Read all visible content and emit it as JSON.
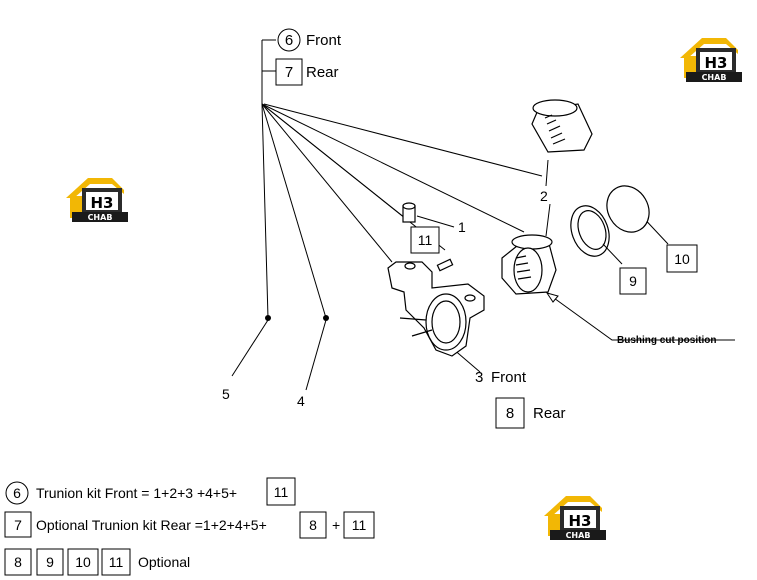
{
  "callouts": {
    "c6": "6",
    "c6_label": "Front",
    "c7": "7",
    "c7_label": "Rear",
    "c1": "1",
    "c2": "2",
    "c3": "3",
    "c3_label": "Front",
    "c8": "8",
    "c8_label": "Rear",
    "c4": "4",
    "c5": "5",
    "c9": "9",
    "c10": "10",
    "c11": "11",
    "bushing_note": "Bushing cut  position"
  },
  "legend": {
    "row1_num": "6",
    "row1_text": "Trunion kit Front = 1+2+3 +4+5+",
    "row1_box": "11",
    "row2_num": "7",
    "row2_text": "Optional Trunion kit Rear =1+2+4+5+",
    "row2_box1": "8",
    "row2_plus": "+",
    "row2_box2": "11",
    "row3_boxes": [
      "8",
      "9",
      "10",
      "11"
    ],
    "row3_text": "Optional"
  },
  "logos": {
    "mark": "H3",
    "caption": "CHAB",
    "colors": {
      "roof": "#F2B705",
      "wall": "#2b2b2b",
      "text_bg": "#1a1a1a",
      "text": "#ffffff"
    }
  }
}
